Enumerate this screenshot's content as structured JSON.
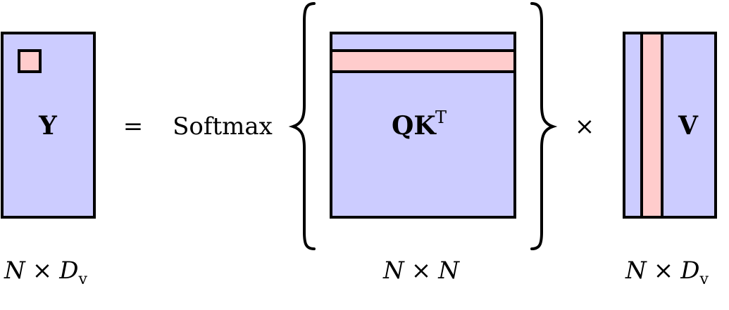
{
  "matrices": {
    "y": {
      "label": "Y",
      "dims_left": "N",
      "dims_times": "×",
      "dims_right": "D",
      "dims_sub": "v"
    },
    "qk": {
      "label_q": "Q",
      "label_k": "K",
      "label_sup": "T",
      "dims_left": "N",
      "dims_times": "×",
      "dims_right": "N"
    },
    "v": {
      "label": "V",
      "dims_left": "N",
      "dims_times": "×",
      "dims_right": "D",
      "dims_sub": "v"
    }
  },
  "operators": {
    "equals": "=",
    "softmax": "Softmax",
    "times": "×"
  },
  "colors": {
    "matrix_fill": "#ccccff",
    "highlight_fill": "#ffcccc",
    "stroke": "#000000"
  }
}
